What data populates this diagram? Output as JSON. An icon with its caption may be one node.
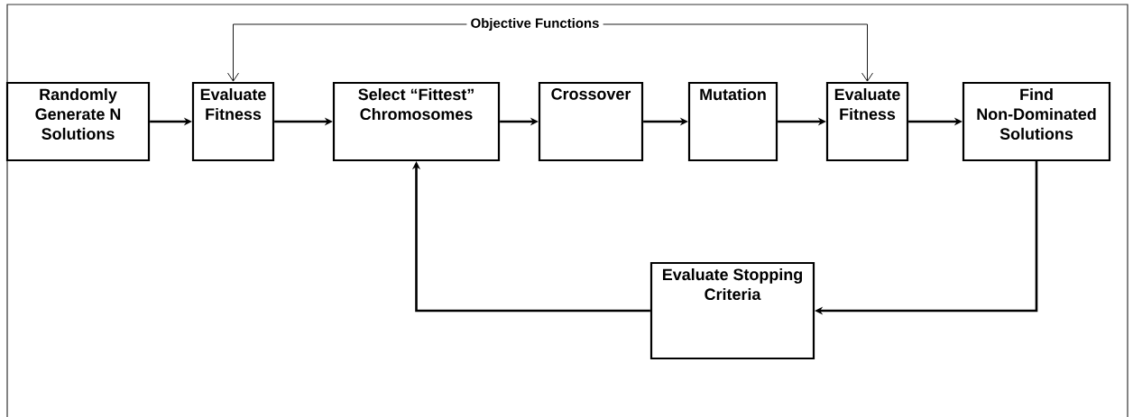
{
  "diagram": {
    "nodes": [
      {
        "text": [
          "Objective Functions"
        ]
      },
      {
        "text": [
          "Randomly Generate N Solutions"
        ]
      },
      {
        "text": [
          "Evaluate Fitness"
        ]
      },
      {
        "text": [
          "Select “Fittest” Chromosomes"
        ]
      },
      {
        "text": [
          "Crossover"
        ]
      },
      {
        "text": [
          "Mutation"
        ]
      },
      {
        "text": [
          "Evaluate Fitness"
        ]
      },
      {
        "text": [
          "Find Non-Dominated Solutions"
        ]
      },
      {
        "text": [
          "Evaluate Stopping Criteria"
        ]
      }
    ],
    "edges": [
      {
        "from": 0,
        "to": 2,
        "arrow": "to"
      },
      {
        "from": 0,
        "to": 6,
        "arrow": "to"
      },
      {
        "from": 1,
        "to": 2,
        "arrow": "to"
      },
      {
        "from": 2,
        "to": 3,
        "arrow": "to"
      },
      {
        "from": 3,
        "to": 4,
        "arrow": "to"
      },
      {
        "from": 4,
        "to": 5,
        "arrow": "to"
      },
      {
        "from": 5,
        "to": 6,
        "arrow": "to"
      },
      {
        "from": 6,
        "to": 7,
        "arrow": "to"
      },
      {
        "from": 7,
        "to": 8,
        "arrow": "to"
      },
      {
        "from": 8,
        "to": 3,
        "arrow": "to"
      }
    ]
  }
}
